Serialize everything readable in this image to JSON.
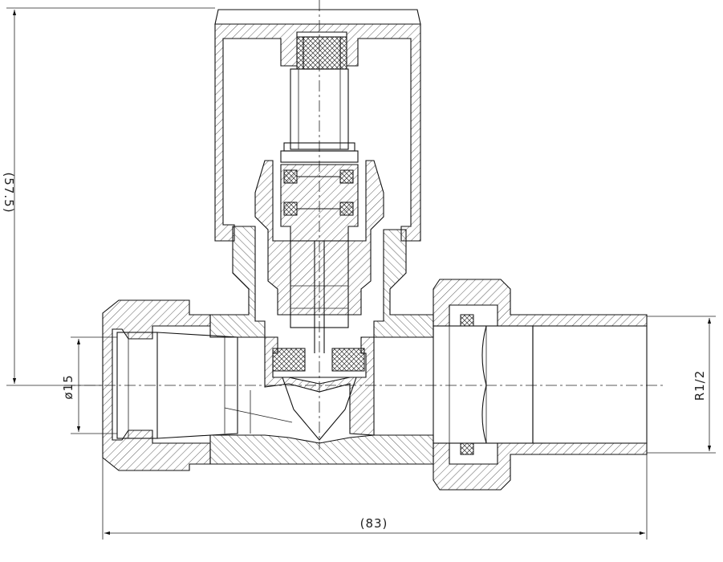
{
  "dimensions": {
    "height_label": "(57.5)",
    "pipe_diameter_label": "ø15",
    "thread_label": "R1/2",
    "length_label": "(83)"
  },
  "colors": {
    "line": "#111111",
    "background": "#ffffff"
  }
}
